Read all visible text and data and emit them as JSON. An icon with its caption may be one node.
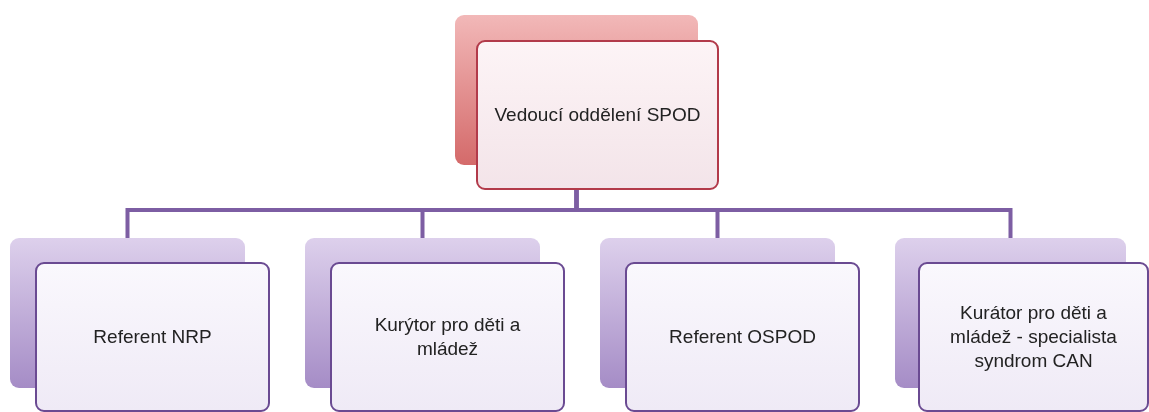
{
  "diagram": {
    "nodes": [
      {
        "text": [
          "Vedoucí oddělení SPOD"
        ]
      },
      {
        "text": [
          "Referent NRP"
        ]
      },
      {
        "text": [
          "Kurýtor pro děti a mládež"
        ]
      },
      {
        "text": [
          "Referent OSPOD"
        ]
      },
      {
        "text": [
          "Kurátor pro děti a mládež - specialista syndrom CAN"
        ]
      }
    ],
    "edges": [
      {
        "from": 0,
        "to": 1,
        "arrow": "none"
      },
      {
        "from": 0,
        "to": 2,
        "arrow": "none"
      },
      {
        "from": 0,
        "to": 3,
        "arrow": "none"
      },
      {
        "from": 0,
        "to": 4,
        "arrow": "none"
      }
    ]
  }
}
